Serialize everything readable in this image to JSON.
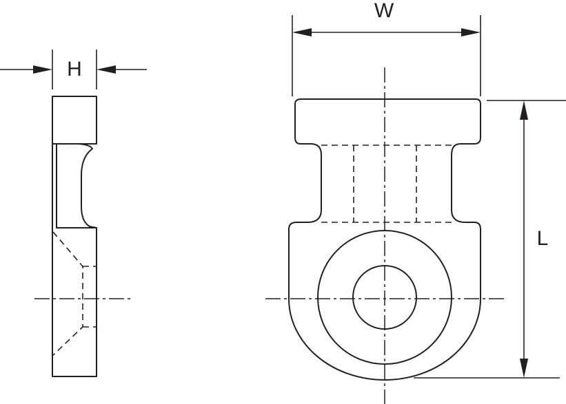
{
  "dimensions": {
    "height_label": "H",
    "width_label": "W",
    "length_label": "L"
  },
  "colors": {
    "ink": "#231f20",
    "paper": "#ffffff"
  }
}
